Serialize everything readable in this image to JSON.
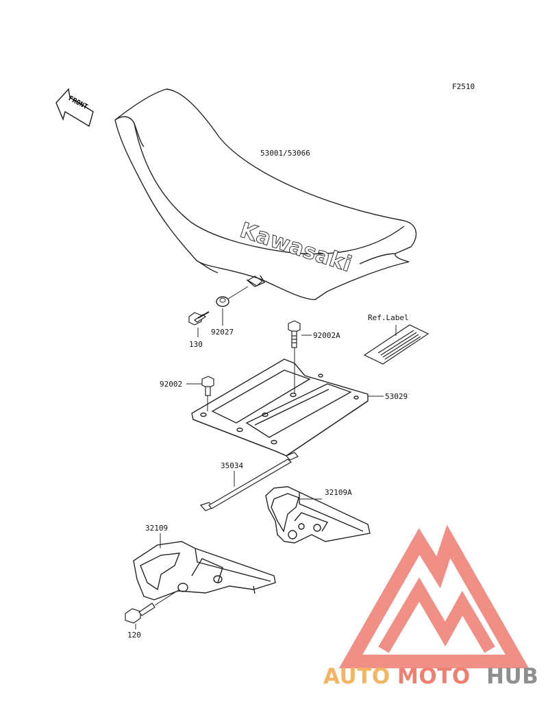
{
  "figure_id": "F2510",
  "front_arrow": "FRONT",
  "seat_brand": "Kawasaki",
  "parts": {
    "seat": "53001/53066",
    "bolt_130": "130",
    "collar": "92027",
    "bolt_a": "92002A",
    "ref_label": "Ref.Label",
    "bolt": "92002",
    "plate": "53029",
    "strap": "35034",
    "bracket_a": "32109A",
    "bracket": "32109",
    "bolt_120": "120"
  },
  "watermark": {
    "word_a": "AUTO",
    "word_b": "MOTO",
    "word_c": "HUB",
    "colors": {
      "tri": "#f08a80",
      "orange": "#f5b15a",
      "red": "#ef7a6a",
      "grey": "#8a8a8a"
    }
  }
}
